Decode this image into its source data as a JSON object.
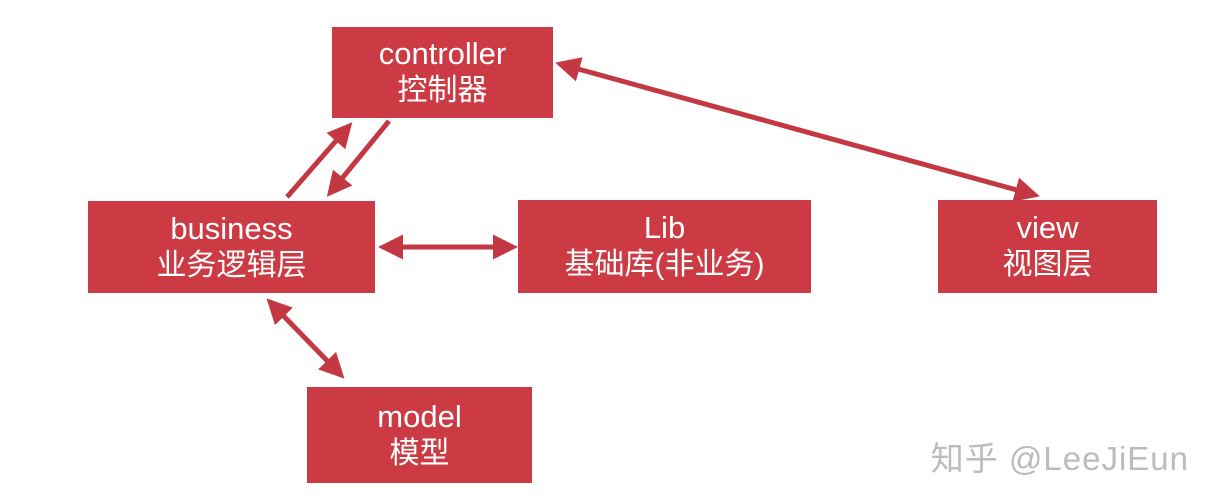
{
  "diagram": {
    "type": "architecture-diagram",
    "background_color": "#ffffff",
    "node_fill_color": "#cc3b44",
    "arrow_color": "#c43843",
    "node_text_color": "#ffffff",
    "watermark_color": "#bcbcbc",
    "nodes": [
      {
        "id": "controller",
        "title": "controller",
        "subtitle": "控制器"
      },
      {
        "id": "business",
        "title": "business",
        "subtitle": "业务逻辑层"
      },
      {
        "id": "lib",
        "title": "Lib",
        "subtitle": "基础库(非业务)"
      },
      {
        "id": "view",
        "title": "view",
        "subtitle": "视图层"
      },
      {
        "id": "model",
        "title": "model",
        "subtitle": "模型"
      }
    ],
    "edges": [
      {
        "from": "business",
        "to": "controller",
        "arrowheads": "end"
      },
      {
        "from": "controller",
        "to": "business",
        "arrowheads": "end"
      },
      {
        "from": "business",
        "to": "lib",
        "arrowheads": "both"
      },
      {
        "from": "controller",
        "to": "view",
        "arrowheads": "both"
      },
      {
        "from": "business",
        "to": "model",
        "arrowheads": "both"
      }
    ],
    "watermark": "知乎 @LeeJiEun"
  }
}
